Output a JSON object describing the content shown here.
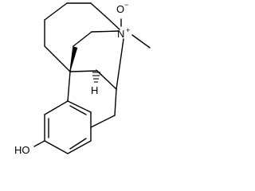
{
  "labels": {
    "oxide": "O",
    "oxide_charge": "−",
    "nitrogen": "N",
    "nitrogen_charge": "+",
    "hydrogen": "H",
    "hydroxyl": "HO"
  }
}
